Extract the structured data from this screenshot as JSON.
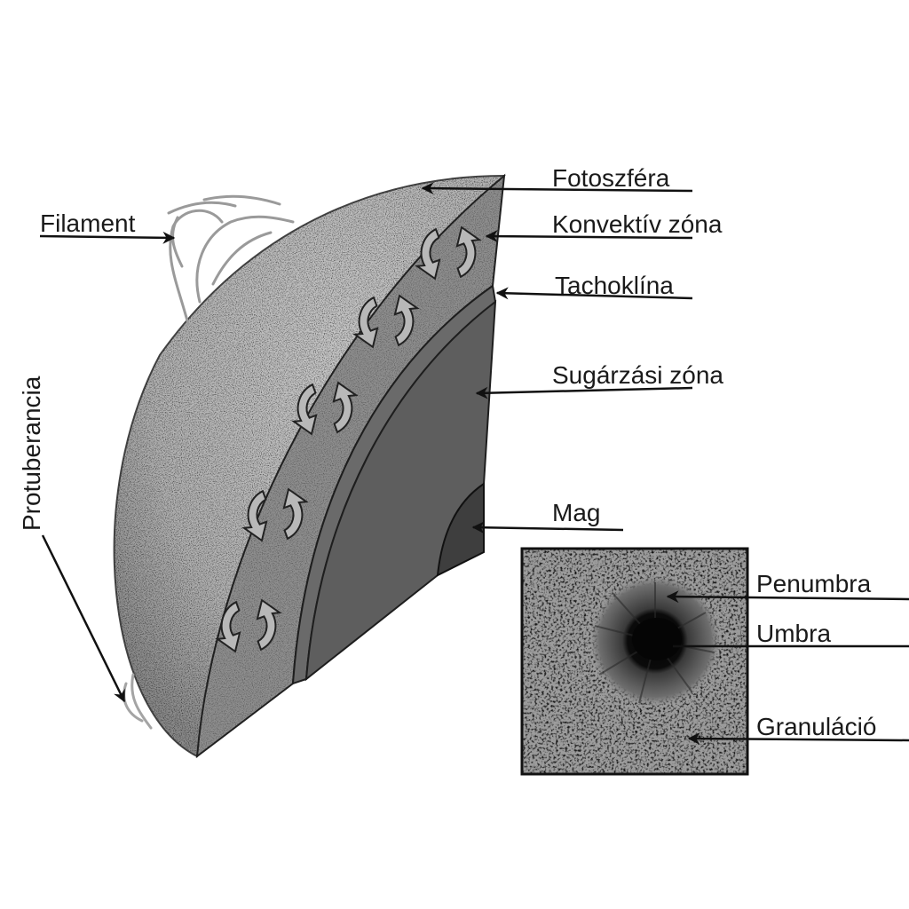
{
  "labels": {
    "fotoszfera": "Fotoszféra",
    "konvektiv": "Konvektív zóna",
    "tachoklina": "Tachoklína",
    "sugarzasi": "Sugárzási zóna",
    "mag": "Mag",
    "filament": "Filament",
    "protuberancia": "Protuberancia",
    "penumbra": "Penumbra",
    "umbra": "Umbra",
    "granulacio": "Granuláció"
  },
  "colors": {
    "photosphere": "#b4b4b4",
    "convective_zone": "#8e8e8e",
    "tachocline": "#6a6a6a",
    "radiative_zone": "#5e5e5e",
    "core": "#3e3e3e",
    "outline": "#1e1e1e"
  }
}
